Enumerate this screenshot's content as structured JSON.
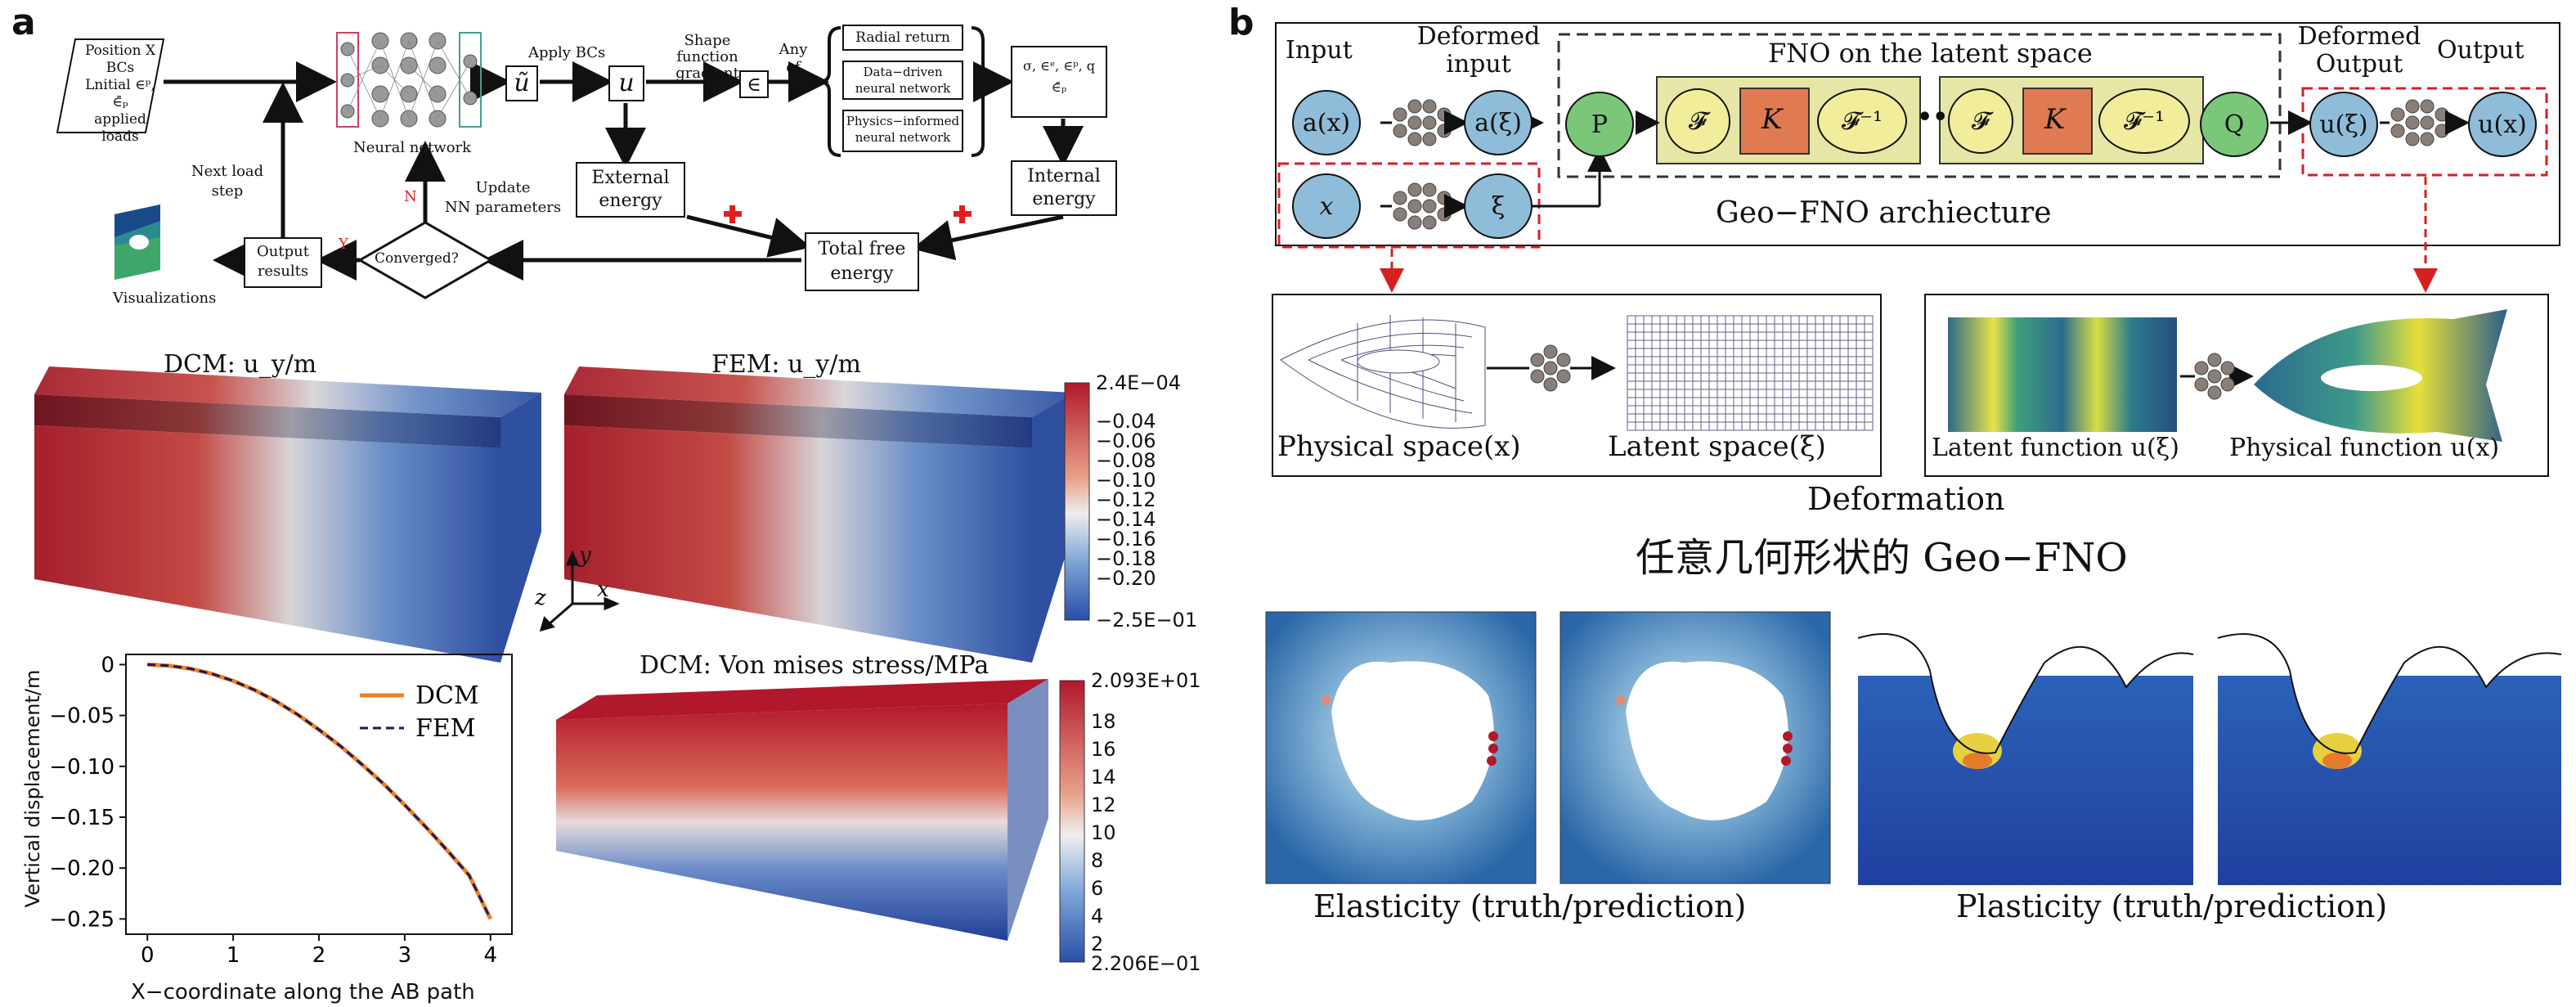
{
  "panel_a": {
    "letter": "a",
    "flow": {
      "input_box": [
        "Position X",
        "BCs",
        "Lnitial ∈ᵖ, ∈̄ₚ",
        "applied loads"
      ],
      "neural_network": "Neural network",
      "apply_bcs": "Apply BCs",
      "u_tilde": "ũ",
      "u": "u",
      "shape_function_gradient": [
        "Shape function",
        "gradient"
      ],
      "epsilon": "∈",
      "any_of": [
        "Any",
        "of"
      ],
      "options": [
        "Radial return",
        "Data−driven neural network",
        "Physics−informed neural network"
      ],
      "state_vars": [
        "σ, ∈ᵉ, ∈ᵖ, q",
        "∈̄ₚ"
      ],
      "external_energy": [
        "External",
        "energy"
      ],
      "internal_energy": [
        "Internal",
        "energy"
      ],
      "total_free_energy": [
        "Total free",
        "energy"
      ],
      "converged": "Converged?",
      "output_results": [
        "Output",
        "results"
      ],
      "visualizations": "Visualizations",
      "next_load_step": [
        "Next load",
        "step"
      ],
      "update_nn": [
        "Update",
        "NN parameters"
      ],
      "yes": "Y",
      "no": "N"
    },
    "dcm_uy_title": "DCM: u_y/m",
    "fem_uy_title": "FEM: u_y/m",
    "colorbar_uy": [
      "2.4E−04",
      "−0.04",
      "−0.06",
      "−0.08",
      "−0.10",
      "−0.12",
      "−0.14",
      "−0.16",
      "−0.18",
      "−0.20",
      "−2.5E−01"
    ],
    "axes": {
      "y": "y",
      "x": "x",
      "z": "z"
    },
    "stress_title": "DCM: Von mises stress/MPa",
    "colorbar_stress": [
      "2.093E+01",
      "18",
      "16",
      "14",
      "12",
      "10",
      "8",
      "6",
      "4",
      "2",
      "2.206E−01"
    ],
    "colors": {
      "red": "#b2182b",
      "blue": "#2c4fa3",
      "arrow_red": "#e02020"
    }
  },
  "chart_data": {
    "type": "line",
    "xlabel": "X−coordinate along the AB path",
    "ylabel": "Vertical displacement/m",
    "xlim": [
      -0.25,
      4.25
    ],
    "ylim": [
      -0.265,
      0.01
    ],
    "x_ticks": [
      "0",
      "1",
      "2",
      "3",
      "4"
    ],
    "y_ticks": [
      "0",
      "−0.05",
      "−0.10",
      "−0.15",
      "−0.20",
      "−0.25"
    ],
    "x_tick_values": [
      0,
      1,
      2,
      3,
      4
    ],
    "y_tick_values": [
      0,
      -0.05,
      -0.1,
      -0.15,
      -0.2,
      -0.25
    ],
    "legend_position": "top-right",
    "series": [
      {
        "name": "DCM",
        "color": "#f07f27",
        "style": "solid",
        "x": [
          0,
          0.25,
          0.5,
          0.75,
          1.0,
          1.25,
          1.5,
          1.75,
          2.0,
          2.25,
          2.5,
          2.75,
          3.0,
          3.25,
          3.5,
          3.75,
          4.0
        ],
        "y": [
          0,
          -0.001,
          -0.004,
          -0.009,
          -0.016,
          -0.025,
          -0.036,
          -0.049,
          -0.064,
          -0.08,
          -0.098,
          -0.117,
          -0.138,
          -0.16,
          -0.183,
          -0.207,
          -0.25
        ]
      },
      {
        "name": "FEM",
        "color": "#1a1a5a",
        "style": "dashed",
        "x": [
          0,
          0.25,
          0.5,
          0.75,
          1.0,
          1.25,
          1.5,
          1.75,
          2.0,
          2.25,
          2.5,
          2.75,
          3.0,
          3.25,
          3.5,
          3.75,
          4.0
        ],
        "y": [
          0,
          -0.001,
          -0.004,
          -0.009,
          -0.016,
          -0.025,
          -0.036,
          -0.049,
          -0.064,
          -0.08,
          -0.098,
          -0.117,
          -0.138,
          -0.16,
          -0.183,
          -0.207,
          -0.25
        ]
      }
    ]
  },
  "panel_b": {
    "letter": "b",
    "labels": {
      "input": "Input",
      "deformed_input": [
        "Deformed",
        "input"
      ],
      "fno_latent": "FNO on the latent space",
      "deformed_output": [
        "Deformed",
        "Output"
      ],
      "output": "Output",
      "geo_fno_arch": "Geo−FNO archiecture",
      "a_x": "a(x)",
      "a_xi": "a(ξ)",
      "x": "x",
      "xi": "ξ",
      "P": "P",
      "F": "𝓕",
      "K": "K",
      "F_inv": "𝓕⁻¹",
      "dots": "•••",
      "Q": "Q",
      "u_xi": "u(ξ)",
      "u_x": "u(x)"
    },
    "physical_space": "Physical space(x)",
    "latent_space": "Latent space(ξ)",
    "latent_function": "Latent function u(ξ)",
    "physical_function": "Physical function u(x)",
    "deformation": "Deformation",
    "chinese_title": "任意几何形状的 Geo−FNO",
    "elasticity": "Elasticity (truth/prediction)",
    "plasticity": "Plasticity (truth/prediction)",
    "colors": {
      "circle_blue": "#8fbcd8",
      "green": "#7ac77a",
      "yellow_box": "#e6e6a6",
      "k_orange": "#e07a52",
      "op_yellow": "#f2ed9a",
      "dashed_red": "#d62020"
    }
  }
}
